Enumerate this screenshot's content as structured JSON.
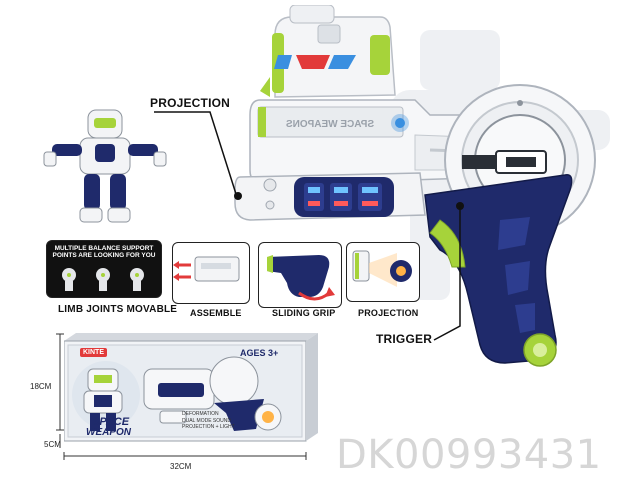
{
  "callouts": {
    "projection": "PROJECTION",
    "trigger": "TRIGGER"
  },
  "gun": {
    "side_text": "SPACE WEAPONS"
  },
  "features": {
    "balance_text_1": "MULTIPLE BALANCE SUPPORT",
    "balance_text_2": "POINTS ARE LOOKING FOR YOU",
    "limb": "LIMB JOINTS MOVABLE",
    "assemble": "ASSEMBLE",
    "sliding": "SLIDING GRIP",
    "projection": "PROJECTION"
  },
  "box": {
    "brand": "KINTE",
    "ages": "AGES 3+",
    "title_1": "SPACE",
    "title_2": "WEAPON",
    "bullets": [
      "DEFORMATION",
      "DUAL MODE SOUND",
      "PROJECTION + LIGHT"
    ],
    "dim_height": "18CM",
    "dim_depth": "5CM",
    "dim_width": "32CM"
  },
  "product_code": "DK00993431",
  "colors": {
    "navy": "#1f2a6b",
    "lime": "#a6d33a",
    "red": "#e23a3a",
    "blue": "#3a8fe0",
    "white_part": "#f3f4f6"
  }
}
